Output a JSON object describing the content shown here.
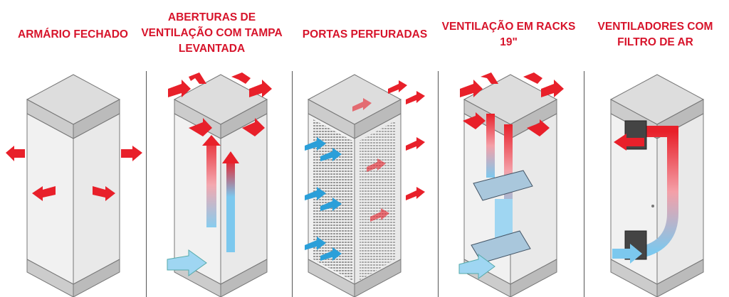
{
  "panels": [
    {
      "title": "ARMÁRIO FECHADO"
    },
    {
      "title": "ABERTURAS DE VENTILAÇÃO COM TAMPA LEVANTADA"
    },
    {
      "title": "PORTAS PERFURADAS"
    },
    {
      "title": "VENTILAÇÃO EM RACKS 19\""
    },
    {
      "title": "VENTILADORES COM FILTRO DE AR"
    }
  ],
  "colors": {
    "title": "#d7142b",
    "hot_air": "#e8202a",
    "cool_air": "#7cc8ee",
    "cabinet": "#e6e6e6"
  }
}
